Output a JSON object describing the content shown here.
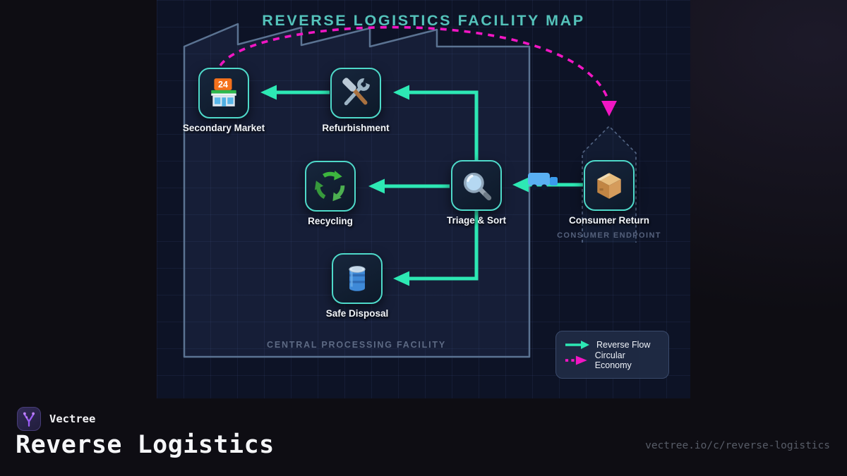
{
  "header": {
    "title": "REVERSE LOGISTICS FACILITY MAP"
  },
  "facility": {
    "label": "CENTRAL PROCESSING FACILITY"
  },
  "nodes": [
    {
      "label": "Secondary Market",
      "icon": "convenience-store-icon",
      "sign_text": "24"
    },
    {
      "label": "Refurbishment",
      "icon": "hammer-wrench-icon"
    },
    {
      "label": "Recycling",
      "icon": "recycle-icon"
    },
    {
      "label": "Triage & Sort",
      "icon": "magnifier-icon"
    },
    {
      "label": "Consumer Return",
      "icon": "package-icon",
      "sublabel": "CONSUMER ENDPOINT"
    },
    {
      "label": "Safe Disposal",
      "icon": "oil-drum-icon"
    }
  ],
  "flows": [
    {
      "from": "Consumer Return",
      "to": "Triage & Sort",
      "type": "reverse"
    },
    {
      "from": "Triage & Sort",
      "to": "Refurbishment",
      "type": "reverse"
    },
    {
      "from": "Triage & Sort",
      "to": "Recycling",
      "type": "reverse"
    },
    {
      "from": "Triage & Sort",
      "to": "Safe Disposal",
      "type": "reverse"
    },
    {
      "from": "Refurbishment",
      "to": "Secondary Market",
      "type": "reverse"
    },
    {
      "from": "Secondary Market",
      "to": "Consumer Return",
      "type": "circular"
    }
  ],
  "legend": {
    "items": [
      {
        "label": "Reverse Flow",
        "line_style": "solid",
        "color": "#2de8b4"
      },
      {
        "label": "Circular Economy",
        "line_style": "dashed",
        "color": "#f116c3"
      }
    ]
  },
  "footer": {
    "brand": "Vectree",
    "title": "Reverse Logistics",
    "url": "vectree.io/c/reverse-logistics"
  },
  "colors": {
    "reverse_flow": "#2de8b4",
    "circular_economy": "#f116c3",
    "node_border": "#4ed9c9",
    "title_teal": "#54c2ba"
  }
}
